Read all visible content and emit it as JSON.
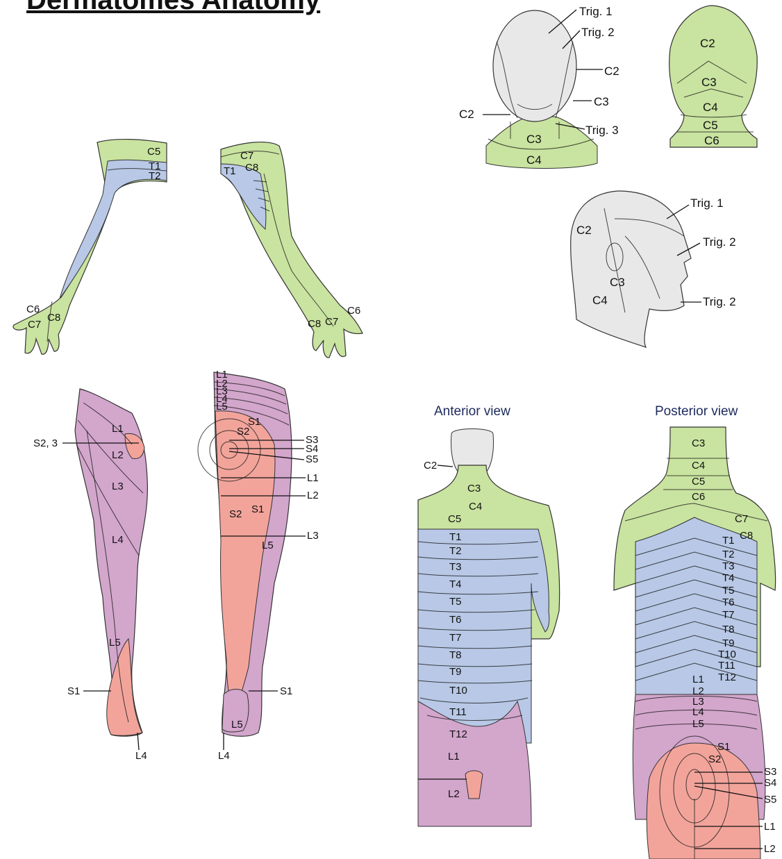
{
  "title": "Dermatomes Anatomy",
  "colors": {
    "cervical": "#c9e3a0",
    "thoracic": "#b8c8e6",
    "lumbar": "#d3a6cc",
    "sacral": "#f2a49b",
    "skin": "#e8e8e8",
    "outline": "#333333"
  },
  "arms": {
    "left": {
      "labels": [
        "C5",
        "T1",
        "T2",
        "C6",
        "C7",
        "C8"
      ]
    },
    "right": {
      "labels": [
        "C7",
        "C8",
        "T1",
        "C6",
        "C8",
        "C7"
      ]
    }
  },
  "legs": {
    "front": {
      "labels": [
        "L1",
        "S2, 3",
        "L2",
        "L3",
        "L4",
        "L5",
        "S1",
        "L4"
      ]
    },
    "back": {
      "labels": [
        "L1",
        "L2",
        "L3",
        "L4",
        "L5",
        "S1",
        "S2",
        "S3",
        "S4",
        "S5",
        "L1",
        "L2",
        "S2",
        "S1",
        "L3",
        "L5",
        "S1",
        "L5",
        "L4"
      ]
    }
  },
  "head_front": {
    "labels": [
      "Trig. 1",
      "Trig. 2",
      "C2",
      "C3",
      "C2",
      "Trig. 3",
      "C3",
      "C4"
    ]
  },
  "head_back": {
    "labels": [
      "C2",
      "C3",
      "C4",
      "C5",
      "C6"
    ]
  },
  "head_side": {
    "labels": [
      "Trig. 1",
      "C2",
      "Trig. 2",
      "C3",
      "C4",
      "Trig. 2"
    ]
  },
  "anterior": {
    "view_label": "Anterior view",
    "labels": [
      "C2",
      "C3",
      "C4",
      "C5",
      "T1",
      "T2",
      "T3",
      "T4",
      "T5",
      "T6",
      "T7",
      "T8",
      "T9",
      "T10",
      "T11",
      "T12",
      "L1",
      "L2"
    ]
  },
  "posterior": {
    "view_label": "Posterior view",
    "labels": [
      "C3",
      "C4",
      "C5",
      "C6",
      "C7",
      "C8",
      "T1",
      "T2",
      "T3",
      "T4",
      "T5",
      "T6",
      "T7",
      "T8",
      "T9",
      "T10",
      "T11",
      "T12",
      "L1",
      "L2",
      "L3",
      "L4",
      "L5",
      "S1",
      "S2",
      "S3",
      "S4",
      "S5",
      "L1",
      "L2"
    ]
  }
}
